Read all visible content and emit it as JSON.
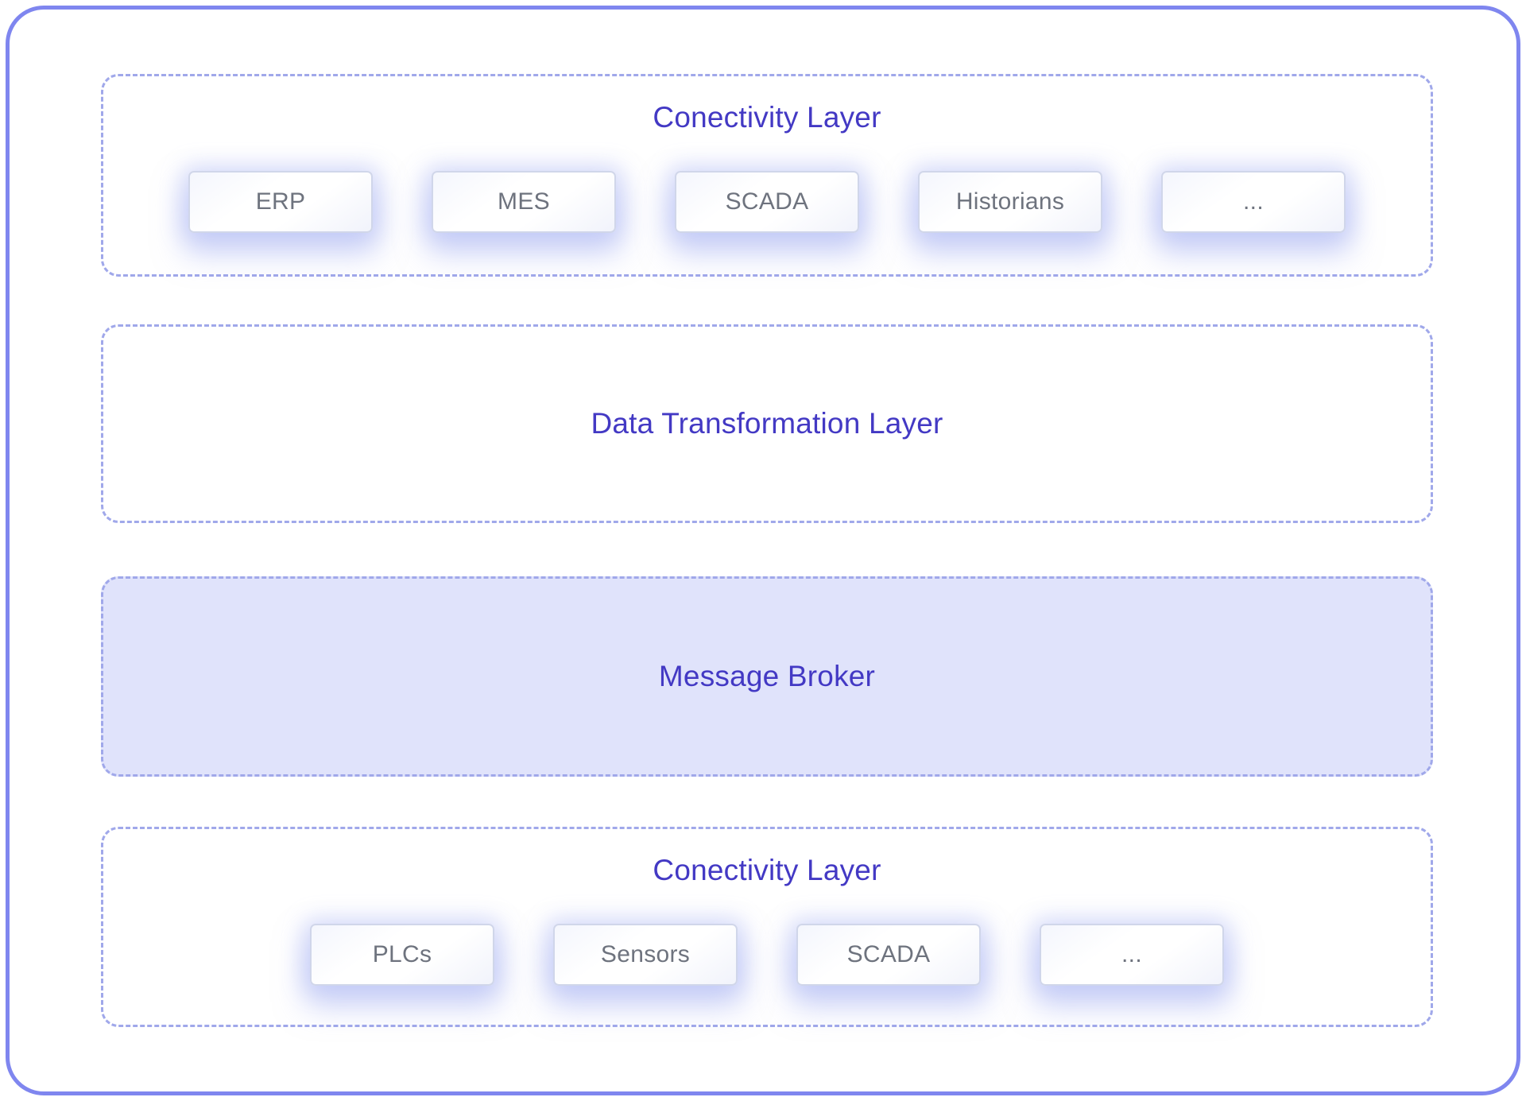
{
  "sections": [
    {
      "id": "connectivity-top",
      "title": "Conectivity Layer",
      "variant": "outlined",
      "items": [
        "ERP",
        "MES",
        "SCADA",
        "Historians",
        "..."
      ]
    },
    {
      "id": "data-transformation",
      "title": "Data Transformation Layer",
      "variant": "outlined",
      "items": []
    },
    {
      "id": "message-broker",
      "title": "Message Broker",
      "variant": "filled",
      "items": []
    },
    {
      "id": "connectivity-bottom",
      "title": "Conectivity Layer",
      "variant": "outlined",
      "items": [
        "PLCs",
        "Sensors",
        "SCADA",
        "..."
      ]
    }
  ],
  "colors": {
    "outer_border": "#7f86ef",
    "dashed_border": "#a0a8ea",
    "title_text": "#4339c4",
    "box_text": "#6e737e",
    "box_border": "#d0d6ea",
    "filled_section_bg": "#e0e3fb",
    "page_bg": "#ffffff"
  }
}
